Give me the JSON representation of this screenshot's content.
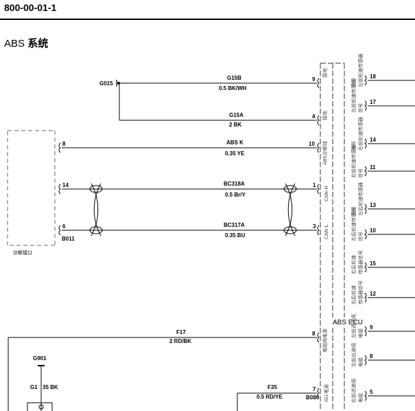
{
  "header": {
    "doc_id": "800-00-01-1"
  },
  "section": {
    "title_prefix": "ABS",
    "title_cn": "系统"
  },
  "ground_top": {
    "label": "G015"
  },
  "wires": [
    {
      "circuit": "G15B",
      "spec": "0.5 BK/WH",
      "ecu_pin": "9",
      "ecu_func": "接地"
    },
    {
      "circuit": "G15A",
      "spec": "2 BK",
      "ecu_pin": "4",
      "ecu_func": "接地"
    },
    {
      "circuit": "ABS K",
      "spec": "0.35 YE",
      "left_pin": "8",
      "ecu_pin": "10",
      "ecu_func": "ABS诊断线"
    },
    {
      "circuit": "BC318A",
      "spec": "0.5 Br/Y",
      "left_pin": "14",
      "ecu_pin": "1",
      "ecu_func": "CAN-H"
    },
    {
      "circuit": "BC317A",
      "spec": "0.35 BU",
      "left_pin": "6",
      "ecu_pin": "3",
      "ecu_func": "CAN-L"
    },
    {
      "circuit": "F17",
      "spec": "2 RD/BK",
      "ecu_pin": "8",
      "ecu_func": "电磁阀电源"
    },
    {
      "circuit": "F35",
      "spec": "0.5 RD/YE",
      "ecu_pin": "7",
      "ecu_func": "IG1电源"
    }
  ],
  "diag_connector": {
    "id": "B011",
    "label": "诊断接口"
  },
  "ecu": {
    "label": "ABS ECU",
    "connector": "B080"
  },
  "ground_low": {
    "label": "G901",
    "wire": "G1",
    "spec": "35 BK"
  },
  "right_pins": [
    {
      "pin": "18",
      "l1": "信号",
      "l2": "左前轮速传感器"
    },
    {
      "pin": "17",
      "l1": "左前轮速传感器",
      "l2": "信号"
    },
    {
      "pin": "14",
      "l1": "信号",
      "l2": "右前轮速传感器"
    },
    {
      "pin": "11",
      "l1": "右前轮速传感器",
      "l2": "信号"
    },
    {
      "pin": "13",
      "l1": "信号",
      "l2": "左后轮速传感器"
    },
    {
      "pin": "10",
      "l1": "左后轮速传感器",
      "l2": "信号"
    },
    {
      "pin": "15",
      "l1": "右后轮速",
      "l2": "传感器信号"
    },
    {
      "pin": "12",
      "l1": "右后轮速",
      "l2": "传感器信号"
    },
    {
      "pin": "9",
      "l1": "左前进液阀",
      "l2": "电磁"
    },
    {
      "pin": "8",
      "l1": "左前出液阀",
      "l2": "电磁"
    },
    {
      "pin": "5",
      "l1": "右前进液阀",
      "l2": "电磁"
    }
  ]
}
